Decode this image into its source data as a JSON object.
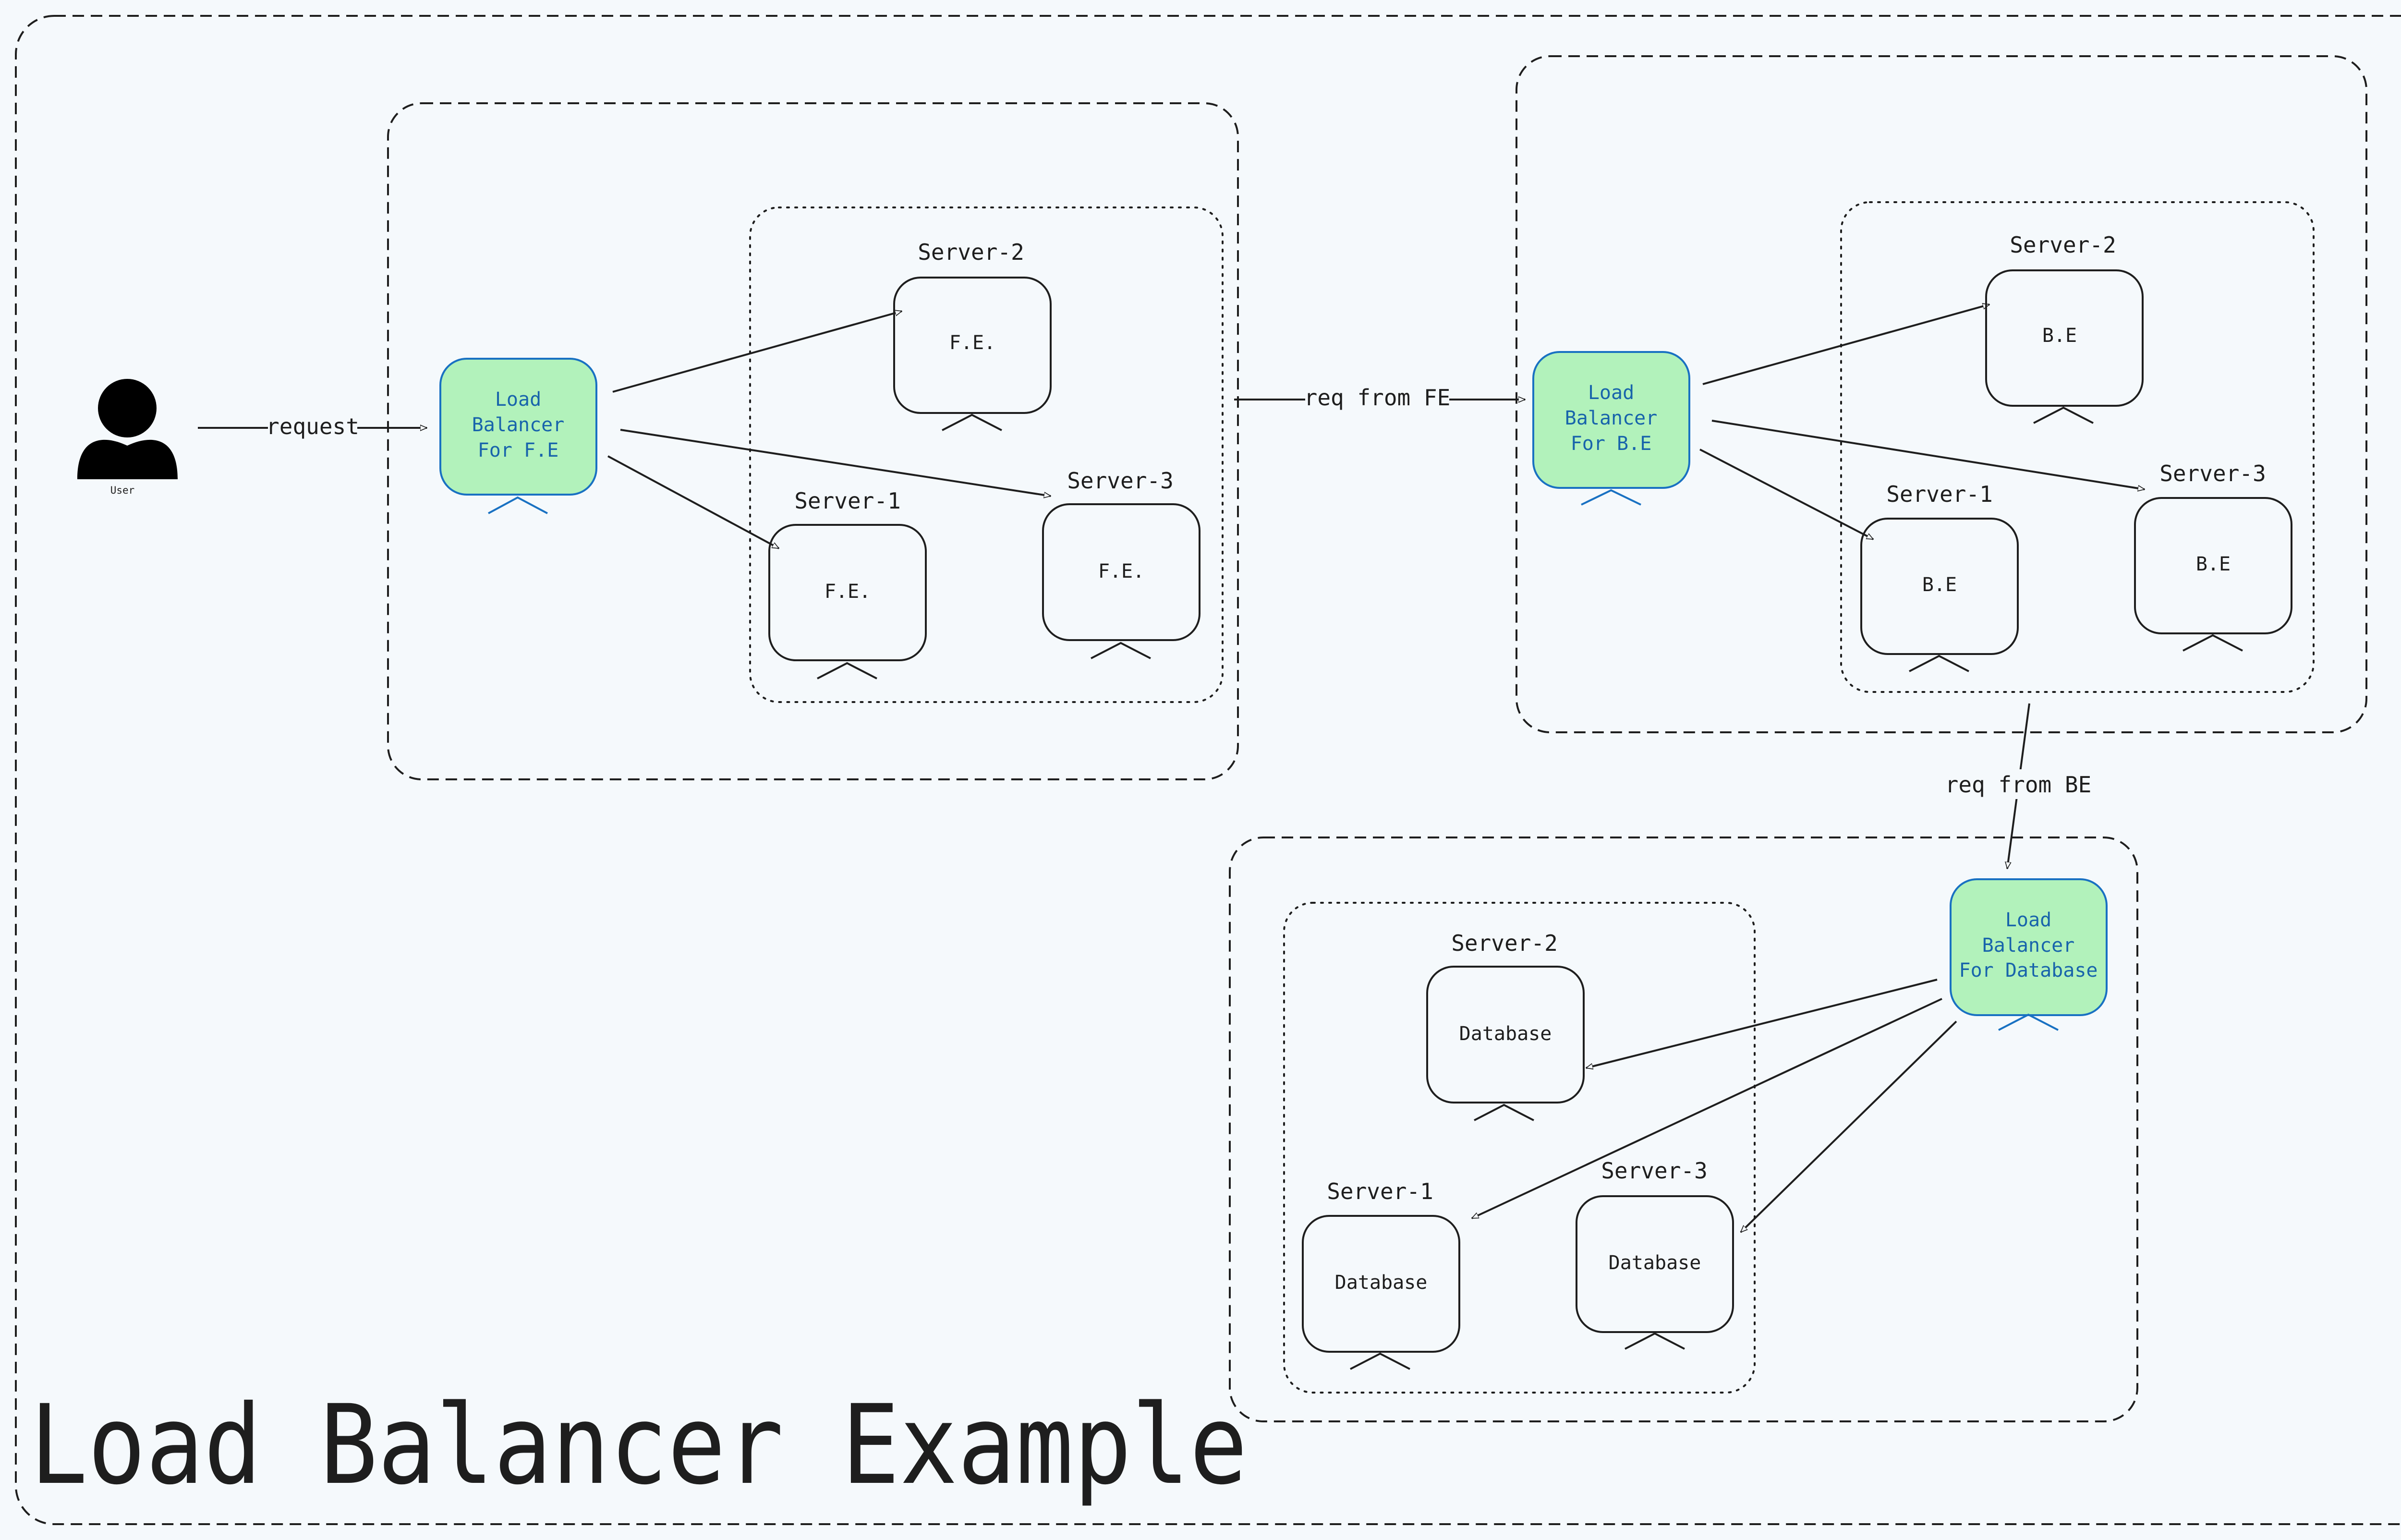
{
  "title": "Load Balancer Example",
  "user": {
    "label": "User",
    "icon": "user-icon"
  },
  "edges": {
    "request": "request",
    "req_from_fe": "req from FE",
    "req_from_be": "req from BE"
  },
  "frontend": {
    "load_balancer": [
      "Load",
      "Balancer",
      "For F.E"
    ],
    "servers": [
      {
        "name": "Server-2",
        "label": "F.E."
      },
      {
        "name": "Server-1",
        "label": "F.E."
      },
      {
        "name": "Server-3",
        "label": "F.E."
      }
    ]
  },
  "backend": {
    "load_balancer": [
      "Load",
      "Balancer",
      "For B.E"
    ],
    "servers": [
      {
        "name": "Server-2",
        "label": "B.E"
      },
      {
        "name": "Server-1",
        "label": "B.E"
      },
      {
        "name": "Server-3",
        "label": "B.E"
      }
    ]
  },
  "database": {
    "load_balancer": [
      "Load",
      "Balancer",
      "For Database"
    ],
    "servers": [
      {
        "name": "Server-2",
        "label": "Database"
      },
      {
        "name": "Server-1",
        "label": "Database"
      },
      {
        "name": "Server-3",
        "label": "Database"
      }
    ]
  },
  "colors": {
    "background": "#f5f9fc",
    "stroke": "#1e1e1e",
    "load_balancer_fill": "#b2f2bb",
    "load_balancer_stroke": "#1971c2",
    "load_balancer_text": "#1864ab"
  }
}
